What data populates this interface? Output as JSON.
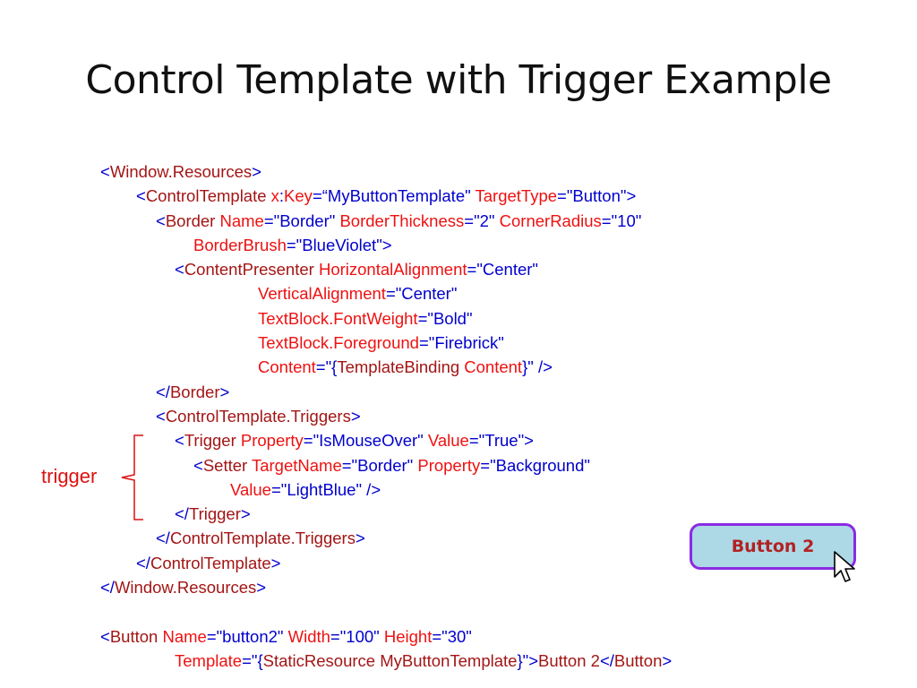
{
  "slide": {
    "title": "Control Template with Trigger Example",
    "annotation": "trigger",
    "demo_button_label": "Button 2"
  },
  "colors": {
    "tag_blue": "#0000cc",
    "element_maroon": "#a31515",
    "attribute_red": "#ee1111",
    "button_border": "#8a2be2",
    "button_bg": "#add8e6",
    "button_text": "#b22222"
  },
  "code_lines": [
    {
      "indent": 0,
      "tokens": [
        [
          "b",
          "<"
        ],
        [
          "m",
          "Window.Resources"
        ],
        [
          "b",
          ">"
        ]
      ]
    },
    {
      "indent": 40,
      "tokens": [
        [
          "b",
          "<"
        ],
        [
          "m",
          "ControlTemplate "
        ],
        [
          "r",
          "x"
        ],
        [
          "b",
          ":"
        ],
        [
          "r",
          "Key"
        ],
        [
          "b",
          "=“MyButtonTemplate\" "
        ],
        [
          "r",
          "TargetType"
        ],
        [
          "b",
          "=\"Button\">"
        ]
      ]
    },
    {
      "indent": 62,
      "tokens": [
        [
          "b",
          "<"
        ],
        [
          "m",
          "Border "
        ],
        [
          "r",
          "Name"
        ],
        [
          "b",
          "=\"Border\" "
        ],
        [
          "r",
          "BorderThickness"
        ],
        [
          "b",
          "=\"2\" "
        ],
        [
          "r",
          "CornerRadius"
        ],
        [
          "b",
          "=\"10\""
        ]
      ]
    },
    {
      "indent": 104,
      "tokens": [
        [
          "r",
          "BorderBrush"
        ],
        [
          "b",
          "=\"BlueViolet\">"
        ]
      ]
    },
    {
      "indent": 83,
      "tokens": [
        [
          "b",
          "<"
        ],
        [
          "m",
          "ContentPresenter "
        ],
        [
          "r",
          "HorizontalAlignment"
        ],
        [
          "b",
          "=\"Center\""
        ]
      ]
    },
    {
      "indent": 176,
      "tokens": [
        [
          "r",
          "VerticalAlignment"
        ],
        [
          "b",
          "=\"Center\""
        ]
      ]
    },
    {
      "indent": 176,
      "tokens": [
        [
          "r",
          "TextBlock.FontWeight"
        ],
        [
          "b",
          "=\"Bold\""
        ]
      ]
    },
    {
      "indent": 176,
      "tokens": [
        [
          "r",
          "TextBlock.Foreground"
        ],
        [
          "b",
          "=\"Firebrick\""
        ]
      ]
    },
    {
      "indent": 176,
      "tokens": [
        [
          "r",
          "Content"
        ],
        [
          "b",
          "=\"{"
        ],
        [
          "m",
          "TemplateBinding "
        ],
        [
          "r",
          "Content"
        ],
        [
          "b",
          "}\" />"
        ]
      ]
    },
    {
      "indent": 62,
      "tokens": [
        [
          "b",
          "</"
        ],
        [
          "m",
          "Border"
        ],
        [
          "b",
          ">"
        ]
      ]
    },
    {
      "indent": 62,
      "tokens": [
        [
          "b",
          "<"
        ],
        [
          "m",
          "ControlTemplate.Triggers"
        ],
        [
          "b",
          ">"
        ]
      ]
    },
    {
      "indent": 83,
      "tokens": [
        [
          "b",
          "<"
        ],
        [
          "m",
          "Trigger "
        ],
        [
          "r",
          "Property"
        ],
        [
          "b",
          "=\"IsMouseOver\" "
        ],
        [
          "r",
          "Value"
        ],
        [
          "b",
          "=\"True\">"
        ]
      ]
    },
    {
      "indent": 104,
      "tokens": [
        [
          "b",
          "<"
        ],
        [
          "m",
          "Setter "
        ],
        [
          "r",
          "TargetName"
        ],
        [
          "b",
          "=\"Border\" "
        ],
        [
          "r",
          "Property"
        ],
        [
          "b",
          "=\"Background\""
        ]
      ]
    },
    {
      "indent": 145,
      "tokens": [
        [
          "r",
          "Value"
        ],
        [
          "b",
          "=\"LightBlue\" />"
        ]
      ]
    },
    {
      "indent": 83,
      "tokens": [
        [
          "b",
          "</"
        ],
        [
          "m",
          "Trigger"
        ],
        [
          "b",
          ">"
        ]
      ]
    },
    {
      "indent": 62,
      "tokens": [
        [
          "b",
          "</"
        ],
        [
          "m",
          "ControlTemplate.Triggers"
        ],
        [
          "b",
          ">"
        ]
      ]
    },
    {
      "indent": 40,
      "tokens": [
        [
          "b",
          "</"
        ],
        [
          "m",
          "ControlTemplate"
        ],
        [
          "b",
          ">"
        ]
      ]
    },
    {
      "indent": 0,
      "tokens": [
        [
          "b",
          "</"
        ],
        [
          "m",
          "Window.Resources"
        ],
        [
          "b",
          ">"
        ]
      ]
    },
    {
      "indent": 0,
      "tokens": []
    },
    {
      "indent": 0,
      "tokens": [
        [
          "b",
          "<"
        ],
        [
          "m",
          "Button "
        ],
        [
          "r",
          "Name"
        ],
        [
          "b",
          "=\"button2\" "
        ],
        [
          "r",
          "Width"
        ],
        [
          "b",
          "=\"100\" "
        ],
        [
          "r",
          "Height"
        ],
        [
          "b",
          "=\"30\""
        ]
      ]
    },
    {
      "indent": 83,
      "tokens": [
        [
          "r",
          "Template"
        ],
        [
          "b",
          "=\"{"
        ],
        [
          "m",
          "StaticResource "
        ],
        [
          "m",
          "MyButtonTemplate"
        ],
        [
          "b",
          "}\">"
        ],
        [
          "m",
          "Button 2"
        ],
        [
          "b",
          "</"
        ],
        [
          "m",
          "Button"
        ],
        [
          "b",
          ">"
        ]
      ]
    }
  ]
}
